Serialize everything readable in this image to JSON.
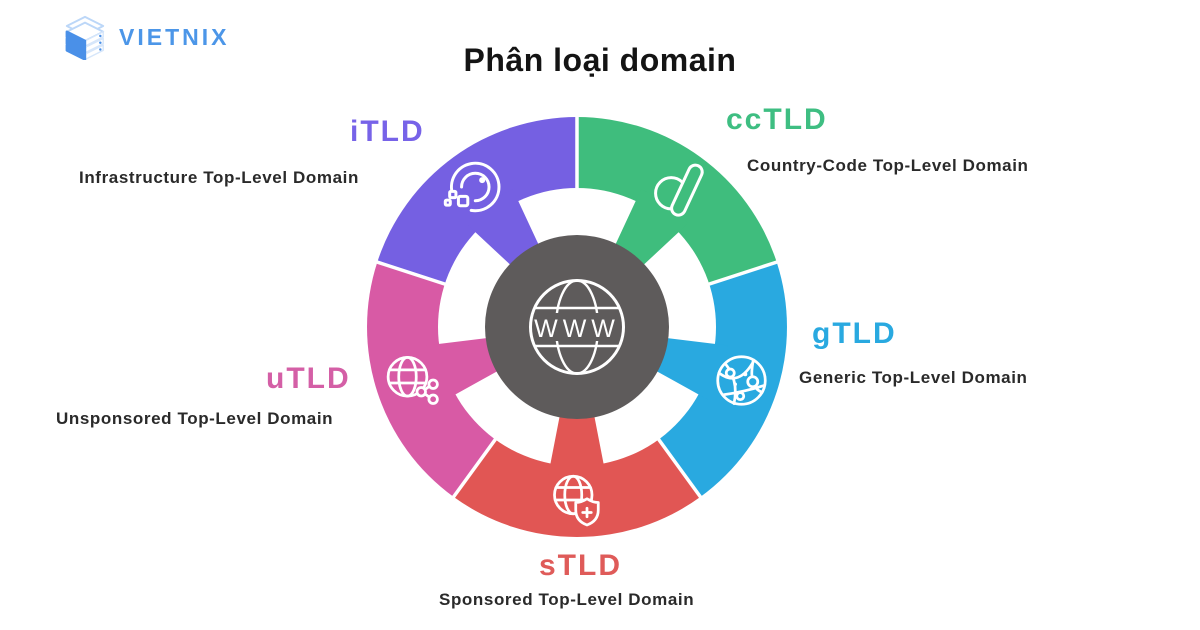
{
  "title": "Phân loại domain",
  "logo": {
    "text": "VIETNIX",
    "color": "#4C96E8",
    "icon": "server-stack-icon"
  },
  "center": {
    "label": "WWW",
    "bg_color": "#5E5B5B",
    "icon": "www-globe-icon"
  },
  "segments": [
    {
      "id": "cctld",
      "acronym": "ccTLD",
      "name": "Country-Code Top-Level Domain",
      "color": "#3FBD7D",
      "label_color": "#3EBE82",
      "icon": "country-code-globe"
    },
    {
      "id": "gtld",
      "acronym": "gTLD",
      "name": "Generic Top-Level Domain",
      "color": "#29A9E0",
      "label_color": "#29A9E0",
      "icon": "network-globe"
    },
    {
      "id": "stld",
      "acronym": "sTLD",
      "name": "Sponsored Top-Level Domain",
      "color": "#E15654",
      "label_color": "#DF5B59",
      "icon": "shield-globe"
    },
    {
      "id": "utld",
      "acronym": "uTLD",
      "name": "Unsponsored Top-Level Domain",
      "color": "#D85AA5",
      "label_color": "#D45FA6",
      "icon": "share-globe"
    },
    {
      "id": "itld",
      "acronym": "iTLD",
      "name": "Infrastructure Top-Level Domain",
      "color": "#7560E2",
      "label_color": "#7763E8",
      "icon": "disc"
    }
  ]
}
